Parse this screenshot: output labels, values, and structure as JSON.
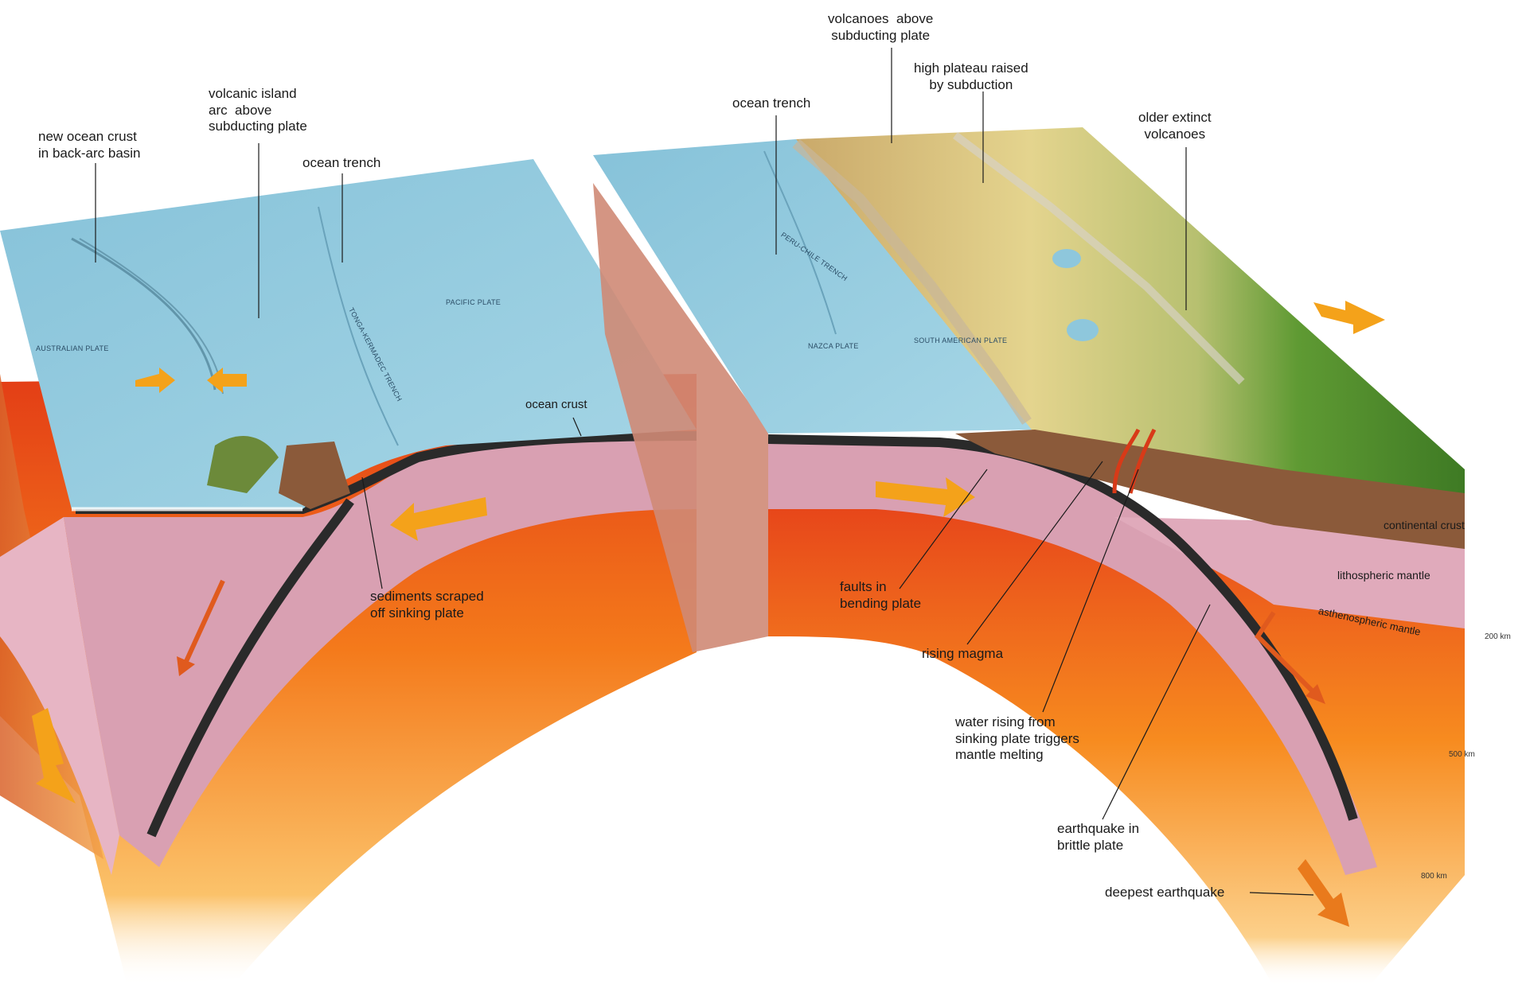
{
  "labels": {
    "new_ocean_crust": "new ocean crust\nin back-arc basin",
    "volcanic_island_arc": "volcanic island\narc  above\nsubducting plate",
    "ocean_trench_left": "ocean trench",
    "ocean_crust": "ocean crust",
    "sediments": "sediments scraped\noff sinking plate",
    "ocean_trench_right": "ocean trench",
    "volcanoes_above": "volcanoes  above\nsubducting plate",
    "high_plateau": "high plateau raised\nby subduction",
    "older_extinct": "older extinct\nvolcanoes",
    "continental_crust": "continental crust",
    "lithospheric_mantle": "lithospheric mantle",
    "asthenospheric_mantle": "asthenospheric mantle",
    "faults": "faults in\nbending plate",
    "rising_magma": "rising magma",
    "water_rising": "water rising from\nsinking plate triggers\nmantle melting",
    "earthquake_brittle": "earthquake in\nbrittle plate",
    "deepest_earthquake": "deepest earthquake"
  },
  "plates": {
    "australian": "AUSTRALIAN PLATE",
    "pacific": "PACIFIC PLATE",
    "tonga_trench": "TONGA-KERMADEC TRENCH",
    "nazca": "NAZCA PLATE",
    "south_american": "SOUTH AMERICAN PLATE",
    "peru_chile_trench": "PERU-CHILE TRENCH"
  },
  "depths": {
    "d200": "200 km",
    "d500": "500 km",
    "d800": "800 km"
  },
  "colors": {
    "ocean": "#8ec7dc",
    "ocean_dark": "#6fb0cc",
    "mantle_pink": "#d9a3b3",
    "asthenosphere_hot": "#e8481a",
    "asthenosphere_warm": "#f6a21c",
    "crust_dark": "#2a2a2a",
    "land_green": "#4f8a2c",
    "land_tan": "#d8c077",
    "land_brown": "#8b5a3a",
    "arrow": "#f4a21a",
    "arrow_red": "#e05a1e"
  }
}
